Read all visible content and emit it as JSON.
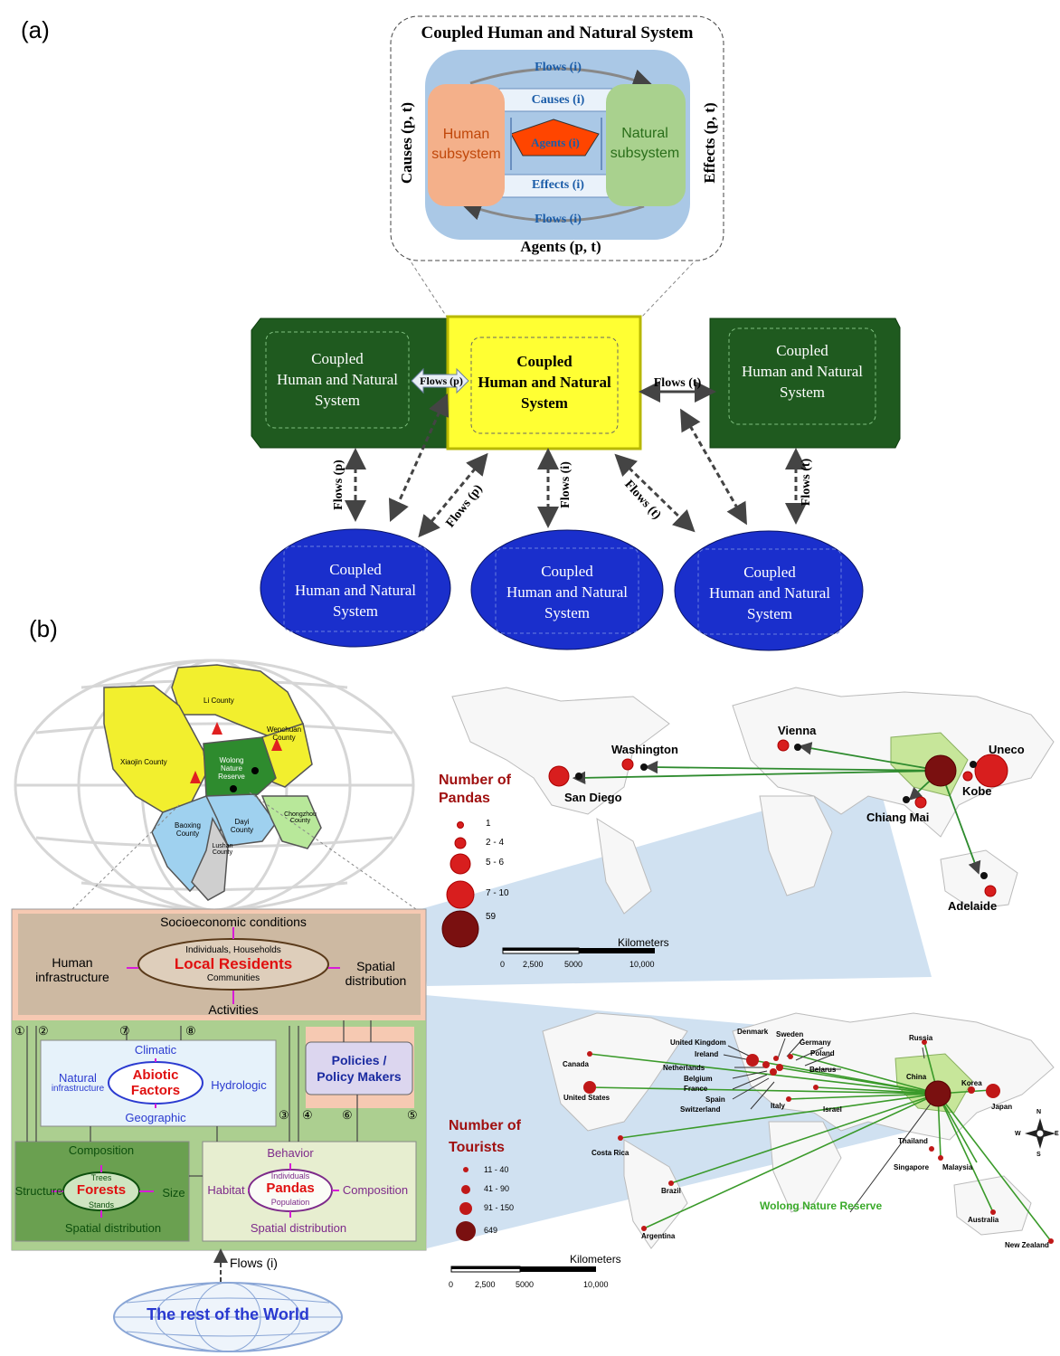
{
  "panel_a": {
    "label": "(a)",
    "zoom_title": "Coupled Human and Natural System",
    "flows_top": "Flows (i)",
    "causes_mid": "Causes (i)",
    "agents_mid": "Agents (i)",
    "effects_mid": "Effects (i)",
    "flows_bottom": "Flows (i)",
    "human_l1": "Human",
    "human_l2": "subsystem",
    "natural_l1": "Natural",
    "natural_l2": "subsystem",
    "causes_side": "Causes (p, t)",
    "effects_side": "Effects (p, t)",
    "agents_bottom": "Agents (p, t)",
    "sys_l1": "Coupled",
    "sys_l2": "Human and Natural",
    "sys_l3": "System",
    "flows_p": "Flows (p)",
    "flows_t": "Flows (t)",
    "flows_i": "Flows (i)"
  },
  "panel_b": {
    "label": "(b)",
    "counties": {
      "li": "Li County",
      "wenchuan": "Wenchuan County",
      "xiaojin": "Xiaojin County",
      "wolong": "Wolong Nature Reserve",
      "baoxing": "Baoxing County",
      "dayi": "Dayi County",
      "chongzhou": "Chongzhou County",
      "lushan": "Lushan County"
    },
    "residents": {
      "socio": "Socioeconomic conditions",
      "individuals": "Individuals, Households",
      "title": "Local Residents",
      "communities": "Communities",
      "human_infra_1": "Human",
      "human_infra_2": "infrastructure",
      "spatial_1": "Spatial",
      "spatial_2": "distribution",
      "activities": "Activities"
    },
    "abiotic": {
      "climatic": "Climatic",
      "natural_1": "Natural",
      "natural_2": "infrastructure",
      "title_1": "Abiotic",
      "title_2": "Factors",
      "hydrologic": "Hydrologic",
      "geographic": "Geographic"
    },
    "policies_1": "Policies /",
    "policies_2": "Policy Makers",
    "forests": {
      "composition": "Composition",
      "trees": "Trees",
      "title": "Forests",
      "stands": "Stands",
      "structure": "Structure",
      "size": "Size",
      "spatial": "Spatial distribution"
    },
    "pandas": {
      "behavior": "Behavior",
      "individuals": "Individuals",
      "title": "Pandas",
      "population": "Population",
      "habitat": "Habitat",
      "composition": "Composition",
      "spatial": "Spatial distribution"
    },
    "numbers": [
      "①",
      "②",
      "⑦",
      "⑧",
      "③",
      "④",
      "⑥",
      "⑤"
    ],
    "flows_i": "Flows (i)",
    "rest_of_world": "The rest of the World",
    "map1": {
      "legend_title_1": "Number of",
      "legend_title_2": "Pandas",
      "legend_items": [
        "1",
        "2 - 4",
        "5 - 6",
        "7 - 10",
        "59"
      ],
      "cities": [
        "Vienna",
        "Washington",
        "Uneco",
        "San Diego",
        "Kobe",
        "Chiang Mai",
        "Adelaide"
      ],
      "scale_title": "Kilometers",
      "scale_ticks": [
        "0",
        "2,500",
        "5000",
        "10,000"
      ]
    },
    "map2": {
      "legend_title_1": "Number of",
      "legend_title_2": "Tourists",
      "legend_items": [
        "11 - 40",
        "41 - 90",
        "91 - 150",
        "649"
      ],
      "countries": [
        "Russia",
        "Denmark",
        "Sweden",
        "Germany",
        "Poland",
        "United Kingdom",
        "Ireland",
        "Canada",
        "Netherlands",
        "Belgium",
        "France",
        "Spain",
        "Switzerland",
        "Belarus",
        "Italy",
        "Israel",
        "China",
        "Korea",
        "Japan",
        "United States",
        "Costa Rica",
        "Brazil",
        "Argentina",
        "Thailand",
        "Singapore",
        "Malaysia",
        "Australia",
        "New Zealand"
      ],
      "reserve": "Wolong Nature Reserve",
      "scale_title": "Kilometers",
      "scale_ticks": [
        "0",
        "2,500",
        "5000",
        "10,000"
      ],
      "compass": [
        "N",
        "W",
        "E",
        "S"
      ]
    }
  }
}
